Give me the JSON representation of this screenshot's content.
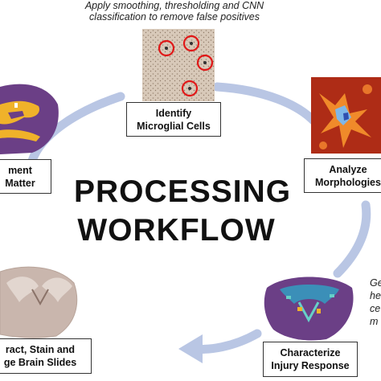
{
  "top_note": {
    "line1": "Apply smoothing, thresholding and CNN",
    "line2": "classification to remove false positives"
  },
  "center_title": {
    "line1": "PROCESSING",
    "line2": "WORKFLOW"
  },
  "steps": {
    "identify": {
      "line1": "Identify",
      "line2": "Microglial Cells"
    },
    "analyze": {
      "line1": "Analyze",
      "line2": "Morphologies"
    },
    "characterize": {
      "line1": "Characterize",
      "line2": "Injury Response"
    },
    "extract": {
      "line1": "ract, Stain and",
      "line2": "ge Brain Slides"
    },
    "segment": {
      "line1": "ment",
      "line2": "Matter"
    }
  },
  "right_note": [
    "Ge",
    "he",
    "ce",
    "m"
  ],
  "colors": {
    "arrow": "#b9c6e4",
    "box_border": "#333333",
    "marker_circle": "#e01818",
    "gray_matter": "#f0b22a",
    "white_matter": "#6b3f86"
  },
  "icons": [
    "microscope-tissue-image",
    "morphology-heatmap-image",
    "injury-heatmap-brain-image",
    "brain-slice-image",
    "segmented-brain-image"
  ]
}
